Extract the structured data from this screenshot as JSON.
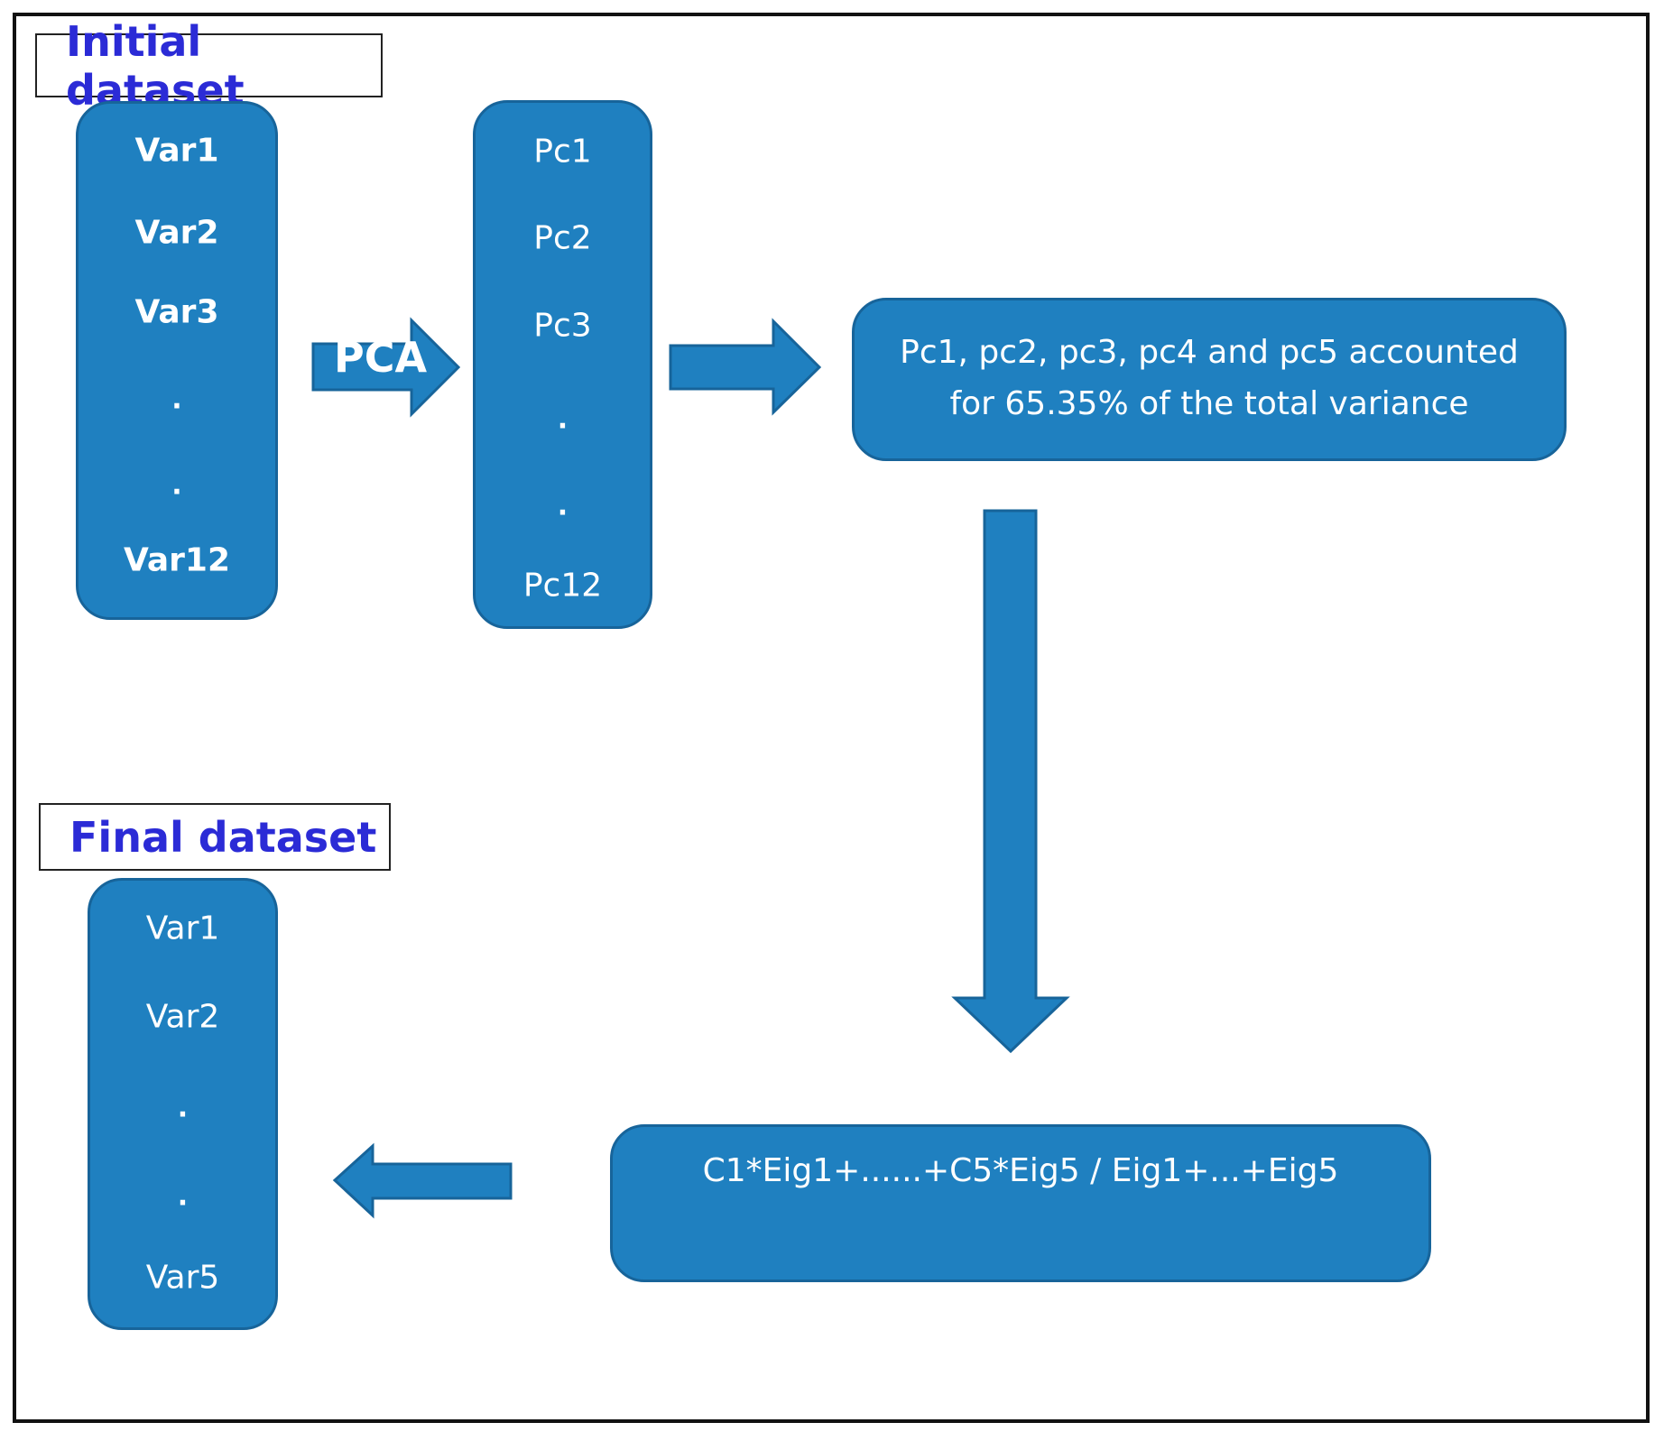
{
  "initial": {
    "title": "Initial dataset",
    "items": [
      "Var1",
      "Var2",
      "Var3",
      ".",
      ".",
      "Var12"
    ]
  },
  "pcs": {
    "items": [
      "Pc1",
      "Pc2",
      "Pc3",
      ".",
      ".",
      "Pc12"
    ]
  },
  "arrow_label": "PCA",
  "variance": {
    "line1": "Pc1, pc2, pc3, pc4 and pc5 accounted",
    "line2": "for 65.35% of the total variance"
  },
  "formula": {
    "text": "C1*Eig1+......+C5*Eig5 / Eig1+...+Eig5"
  },
  "final": {
    "title": "Final dataset",
    "items": [
      "Var1",
      "Var2",
      ".",
      ".",
      "Var5"
    ]
  },
  "colors": {
    "box_fill": "#1f80c0",
    "box_border": "#17649a",
    "title_text": "#2b2bd6"
  }
}
